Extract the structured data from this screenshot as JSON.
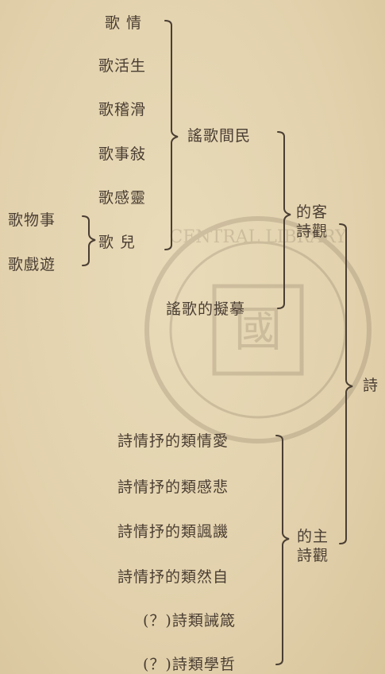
{
  "tree": {
    "songs": [
      "歌 情",
      "歌活生",
      "歌稽滑",
      "歌事敍",
      "歌感靈",
      "歌 兒"
    ],
    "childrens_songs": [
      "歌物事",
      "歌戲遊"
    ],
    "folk": "謠歌間民",
    "imitation": "謠歌的擬摹",
    "objective": [
      "的客",
      "詩觀"
    ],
    "root": "詩",
    "lyric": [
      "詩情抒的類情愛",
      "詩情抒的類感悲",
      "詩情抒的類諷譏",
      "詩情抒的類然自"
    ],
    "other": [
      "(？)詩類誡箴",
      "(？)詩類學哲"
    ],
    "subjective": [
      "的主",
      "詩觀"
    ]
  }
}
